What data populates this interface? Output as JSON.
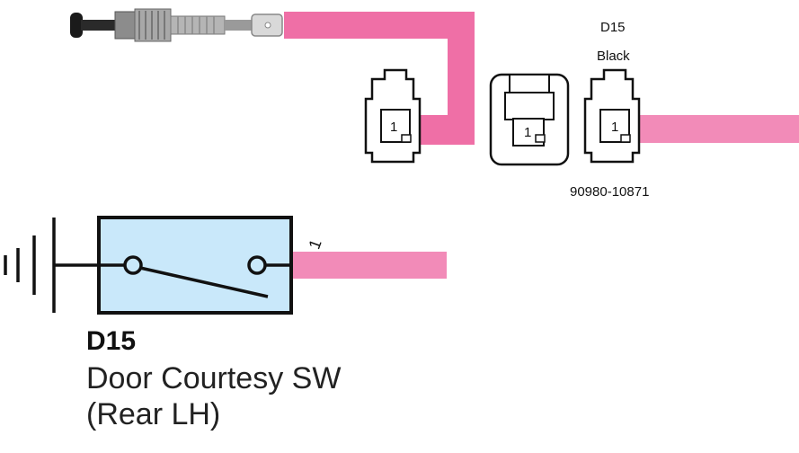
{
  "connector": {
    "code": "D15",
    "color": "Black",
    "part_number": "90980-10871",
    "pin_label": "1"
  },
  "component": {
    "code": "D15",
    "name": "Door Courtesy SW",
    "location": "(Rear LH)",
    "pin_label": "1"
  },
  "colors": {
    "wire_pink": "#ef6fa6",
    "wire_pink_light": "#f28bb8",
    "switch_fill": "#c9e8fa",
    "outline": "#111111"
  },
  "icons": [
    "door-switch-plunger-icon",
    "ground-symbol-icon",
    "connector-icon"
  ]
}
